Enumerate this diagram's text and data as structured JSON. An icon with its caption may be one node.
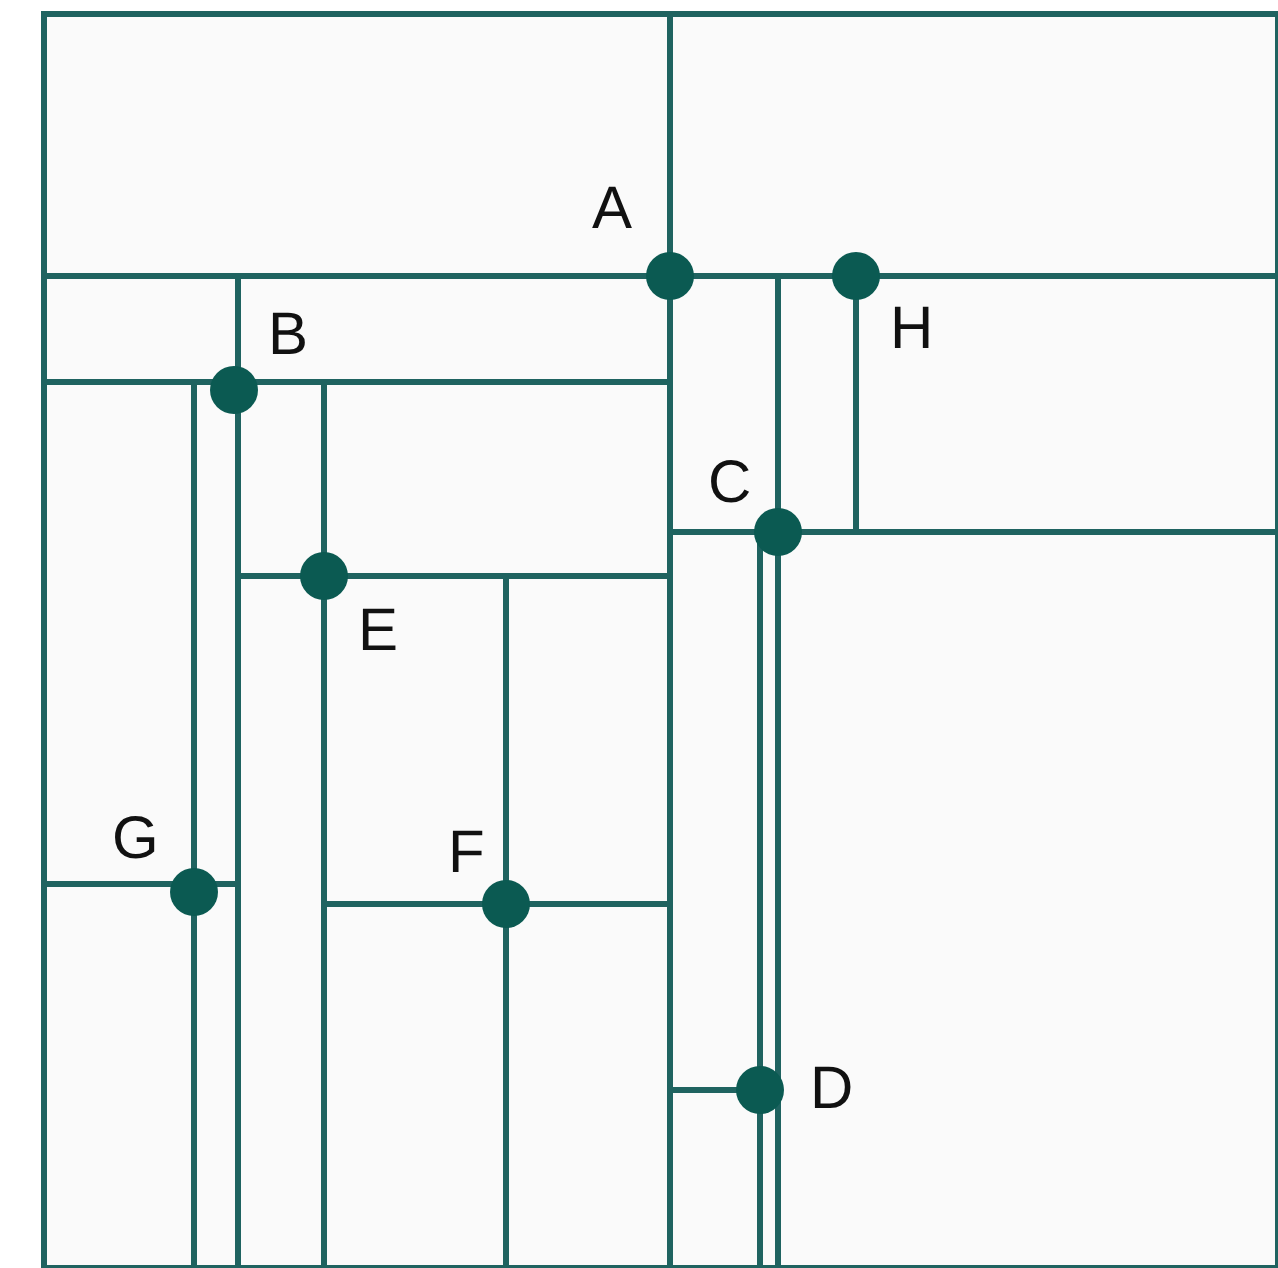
{
  "diagram": {
    "nodes": [
      {
        "text": [
          "A"
        ]
      },
      {
        "text": [
          "B"
        ]
      },
      {
        "text": [
          "C"
        ]
      },
      {
        "text": [
          "D"
        ]
      },
      {
        "text": [
          "E"
        ]
      },
      {
        "text": [
          "F"
        ]
      },
      {
        "text": [
          "G"
        ]
      },
      {
        "text": [
          "H"
        ]
      }
    ],
    "edges": []
  }
}
